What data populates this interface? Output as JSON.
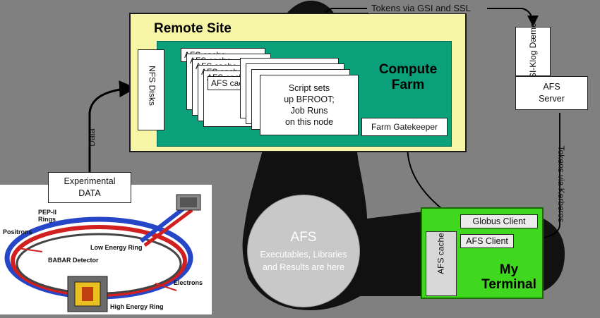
{
  "remote_site": {
    "title": "Remote Site",
    "compute_farm_title": "Compute Farm",
    "afs_cache_label": "AFS cache",
    "script_lines": [
      "Script sets",
      "up BFROOT;",
      "Job Runs",
      "on this node"
    ],
    "nfs_disks_label": "NFS Disks",
    "farm_gatekeeper_label": "Farm Gatekeeper"
  },
  "afs_server": {
    "daemon_label": "GSI-Klog Dæmon",
    "server_lines": [
      "AFS",
      "Server"
    ]
  },
  "tokens": {
    "gsi_ssl_label": "Tokens via GSI and SSL",
    "kerberos_label": "Tokens via Kerberos"
  },
  "experiment": {
    "lines": [
      "Experimental",
      "DATA"
    ],
    "data_arrow_label": "Data",
    "detector_labels": {
      "pep_ii": "PEP-II Rings",
      "positrons": "Positrons",
      "low_energy_ring": "Low Energy Ring",
      "babar_detector": "BABAR Detector",
      "electrons": "Electrons",
      "high_energy_ring": "High Energy Ring"
    }
  },
  "afs_store": {
    "title": "AFS",
    "description_lines": [
      "Executables, Libraries",
      "and Results are here"
    ]
  },
  "terminal": {
    "title_lines": [
      "My",
      "Terminal"
    ],
    "afs_cache_label": "AFS cache",
    "globus_client_label": "Globus Client",
    "afs_client_label": "AFS Client"
  },
  "colors": {
    "background": "#808080",
    "remote_site": "#f6f6a6",
    "compute_farm": "#0aa07a",
    "terminal": "#3fd81e",
    "shadow": "#111111"
  }
}
